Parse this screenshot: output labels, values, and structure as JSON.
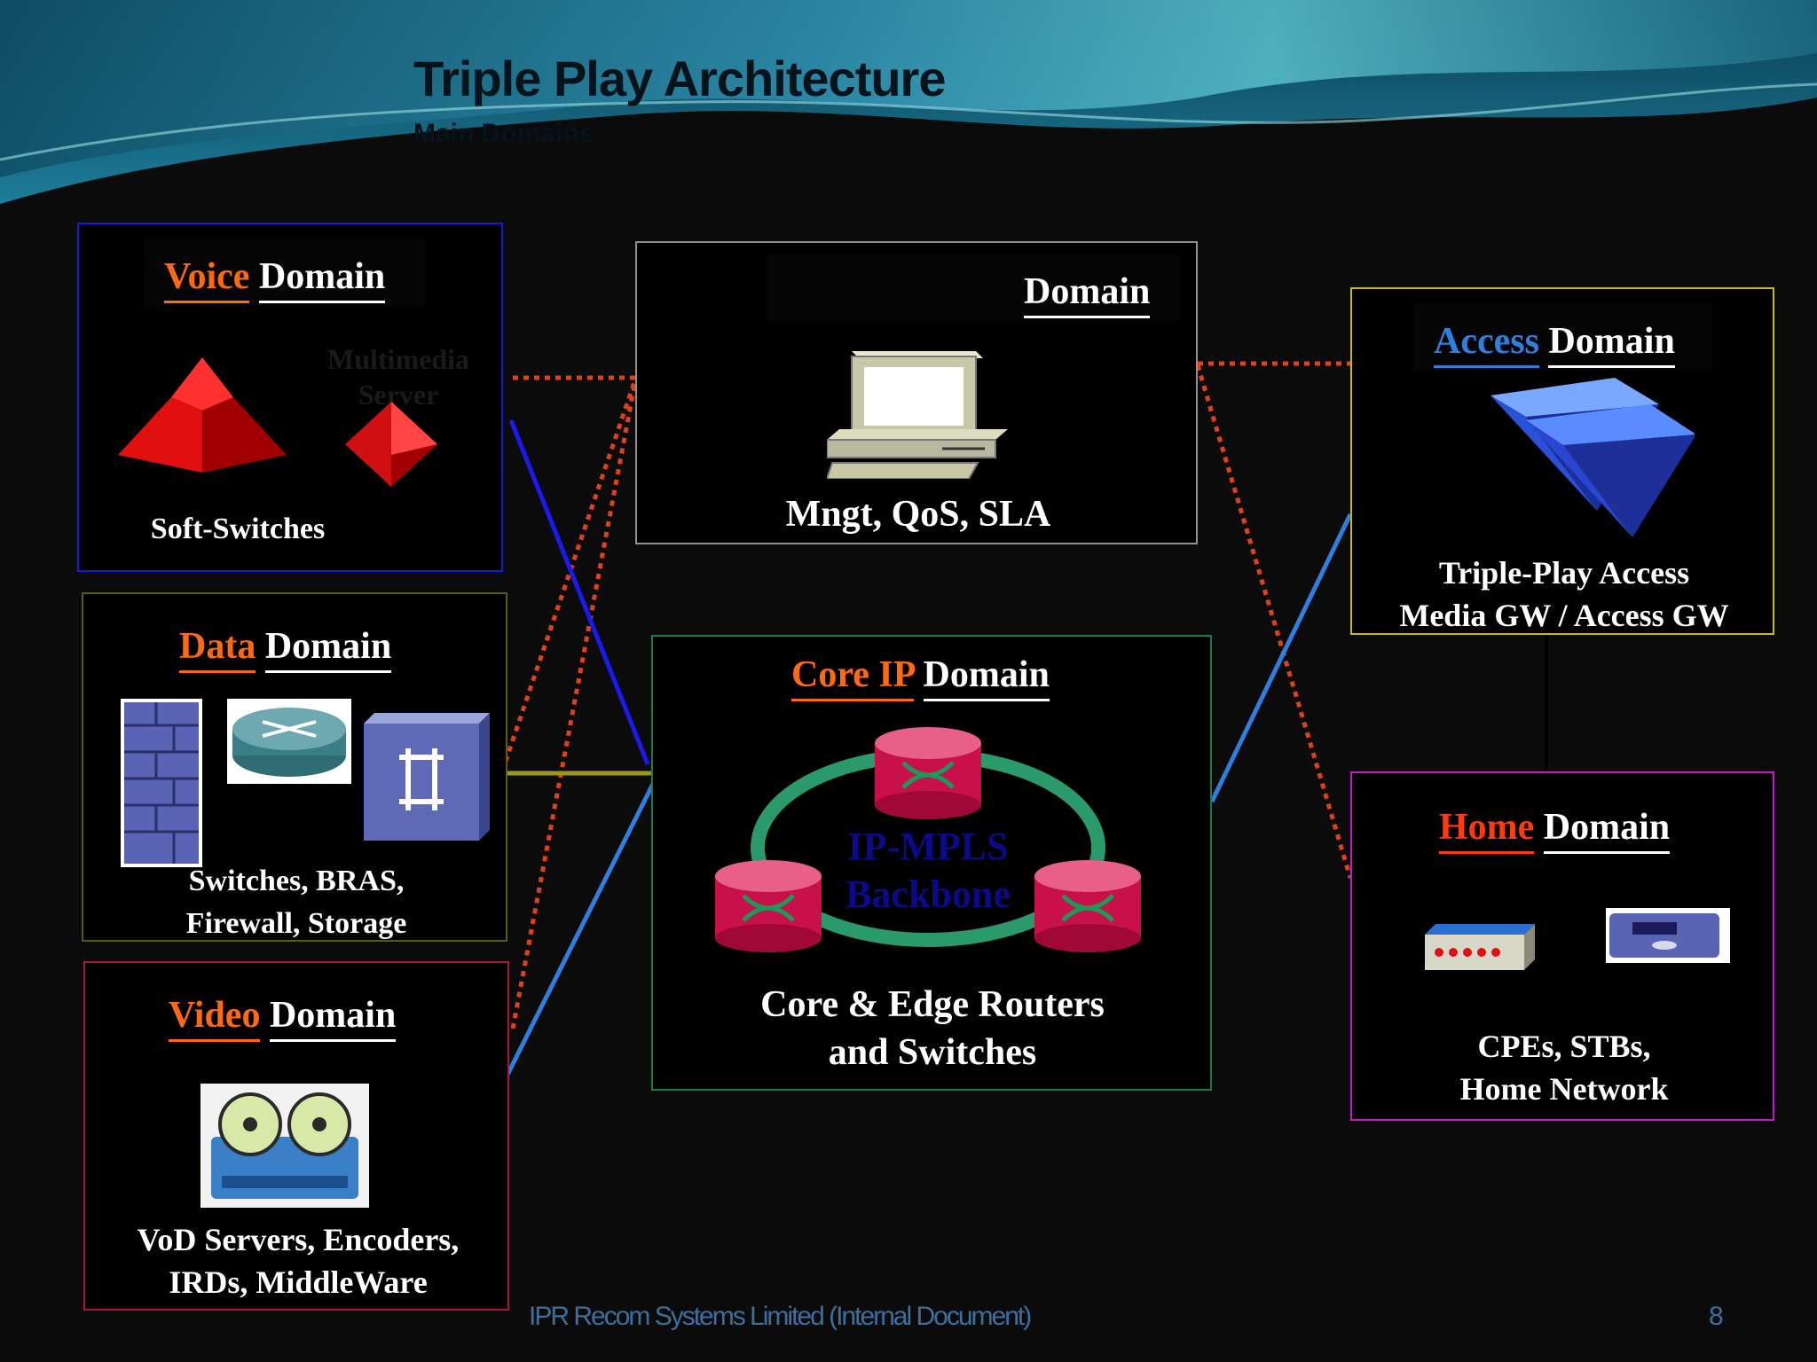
{
  "header": {
    "title": "Triple Play Architecture",
    "subtitle": "Main Domains"
  },
  "domains": {
    "voice": {
      "accent": "Voice",
      "domain": "Domain",
      "caption": "Soft-Switches",
      "server_label_1": "Multimedia",
      "server_label_2": "Server"
    },
    "data": {
      "accent": "Data",
      "domain": "Domain",
      "caption_1": "Switches, BRAS,",
      "caption_2": "Firewall, Storage"
    },
    "video": {
      "accent": "Video",
      "domain": "Domain",
      "caption_1": "VoD Servers, Encoders,",
      "caption_2": "IRDs, MiddleWare"
    },
    "mgmt": {
      "accent": "",
      "domain": "Domain",
      "caption": "Mngt, QoS, SLA"
    },
    "core": {
      "accent": "Core IP",
      "domain": "Domain",
      "caption_1": "Core & Edge Routers",
      "caption_2": "and Switches",
      "backbone_1": "IP-MPLS",
      "backbone_2": "Backbone"
    },
    "access": {
      "accent": "Access",
      "domain": "Domain",
      "caption_1": "Triple-Play Access",
      "caption_2": "Media GW / Access GW"
    },
    "home": {
      "accent": "Home",
      "domain": "Domain",
      "caption_1": "CPEs, STBs,",
      "caption_2": "Home Network"
    }
  },
  "footer": {
    "text": "IPR Recom Systems Limited (Internal Document)",
    "page": "8"
  },
  "colors": {
    "accent_orange": "#ff6a10",
    "accent_blue": "#2f7fe0",
    "accent_red": "#ff3a10",
    "dotted_link": "#e0401a"
  }
}
